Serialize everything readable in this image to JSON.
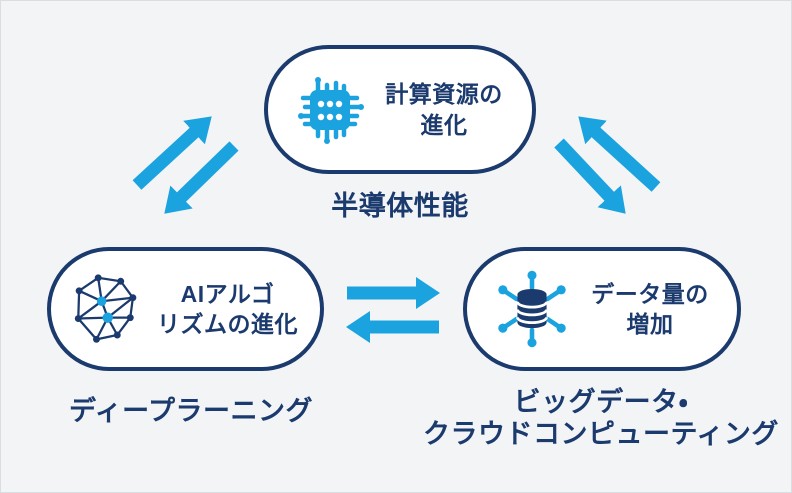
{
  "colors": {
    "navy": "#1B3A6D",
    "arrow_blue": "#1BA3E0",
    "background": "#F3F4F6",
    "pill_fill": "#FFFFFF",
    "frame_border": "#DADDE2"
  },
  "nodes": {
    "computing": {
      "title": "計算資源の\n進化",
      "caption": "半導体性能",
      "icon": "chip-icon"
    },
    "ai": {
      "title": "AIアルゴ\nリズムの進化",
      "caption": "ディープラーニング",
      "icon": "neural-network-icon"
    },
    "data": {
      "title": "データ量の\n増加",
      "caption": "ビッグデータ・\nクラウドコンピューティング",
      "icon": "database-network-icon"
    }
  },
  "edges": [
    {
      "between": [
        "ai",
        "computing"
      ],
      "style": "double-arrow",
      "direction": "bidirectional"
    },
    {
      "between": [
        "computing",
        "data"
      ],
      "style": "double-arrow",
      "direction": "bidirectional"
    },
    {
      "between": [
        "ai",
        "data"
      ],
      "style": "double-arrow",
      "direction": "bidirectional"
    }
  ]
}
